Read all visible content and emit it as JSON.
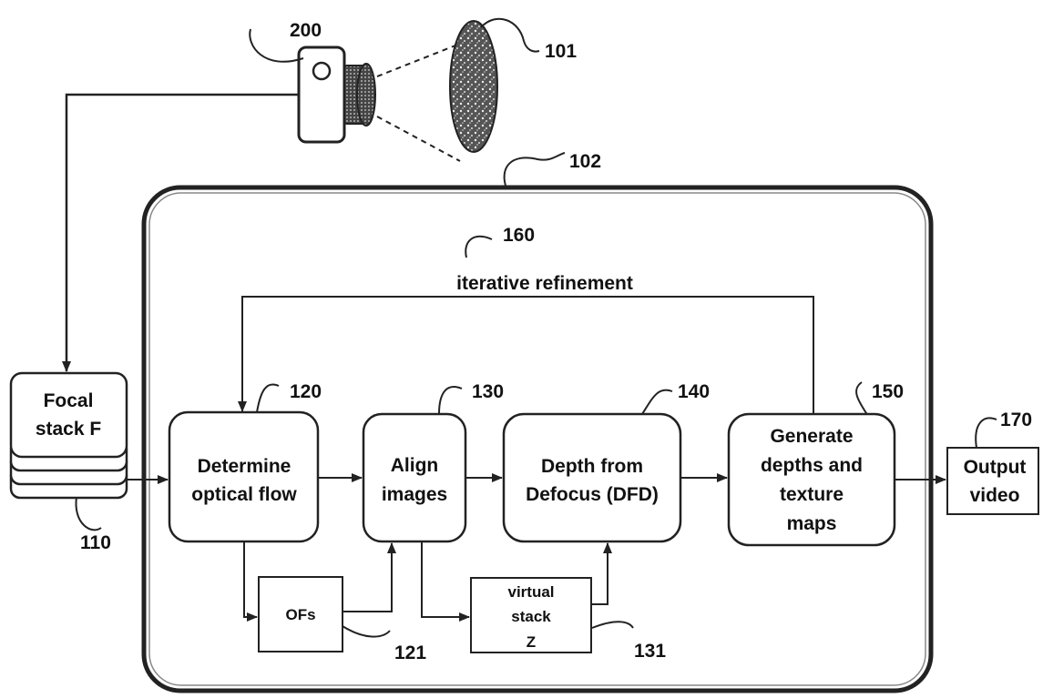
{
  "refs": {
    "r200": "200",
    "r101": "101",
    "r102": "102",
    "r160": "160",
    "r120": "120",
    "r130": "130",
    "r140": "140",
    "r150": "150",
    "r170": "170",
    "r110": "110",
    "r121": "121",
    "r131": "131"
  },
  "loop_label": "iterative refinement",
  "focal_stack": {
    "line1": "Focal",
    "line2": "stack F"
  },
  "determine": {
    "line1": "Determine",
    "line2": "optical flow"
  },
  "align": {
    "line1": "Align",
    "line2": "images"
  },
  "dfd": {
    "line1": "Depth from",
    "line2": "Defocus (DFD)"
  },
  "generate": {
    "line1": "Generate",
    "line2": "depths and",
    "line3": "texture",
    "line4": "maps"
  },
  "output": {
    "line1": "Output",
    "line2": "video"
  },
  "ofs": "OFs",
  "virtual": {
    "line1": "virtual",
    "line2": "stack",
    "line3": "Z"
  },
  "icons": {
    "camera": "camera-icon",
    "scene": "scene-object-icon"
  }
}
